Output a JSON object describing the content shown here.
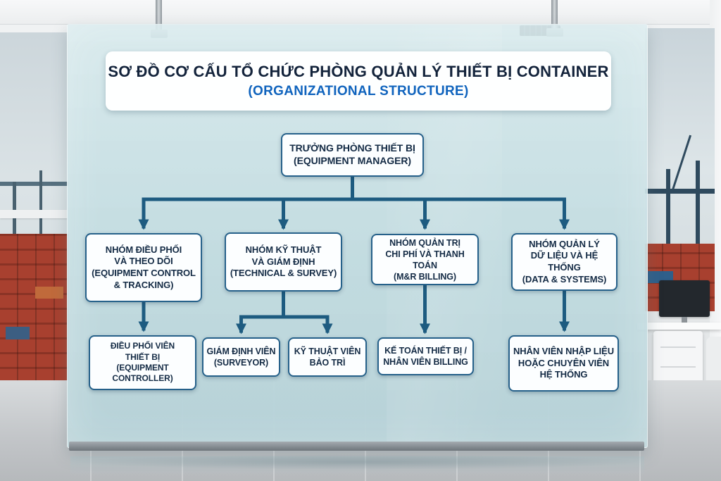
{
  "palette": {
    "navy_text": "#13233b",
    "subtitle_blue": "#0f63bd",
    "connector_line": "#1d5b80",
    "box_border": "#26618a",
    "glass_tint": "#bfdadf"
  },
  "title_card": {
    "title": "SƠ ĐỒ CƠ CẤU TỔ CHỨC PHÒNG QUẢN LÝ THIẾT BỊ CONTAINER",
    "subtitle": "(ORGANIZATIONAL STRUCTURE)"
  },
  "org_chart": {
    "root": {
      "text": "TRƯỞNG PHÒNG THIẾT BỊ\n(EQUIPMENT MANAGER)"
    },
    "groups": [
      {
        "text": "NHÓM ĐIỀU PHỐI\nVÀ THEO DÕI\n(EQUIPMENT CONTROL\n& TRACKING)"
      },
      {
        "text": "NHÓM KỸ THUẬT\nVÀ GIÁM ĐỊNH\n(TECHNICAL & SURVEY)"
      },
      {
        "text": "NHÓM QUẢN TRỊ\nCHI PHÍ VÀ THANH TOÁN\n(M&R BILLING)"
      },
      {
        "text": "NHÓM QUẢN LÝ\nDỮ LIỆU VÀ HỆ THỐNG\n(DATA & SYSTEMS)"
      }
    ],
    "staff": [
      {
        "text": "ĐIỀU PHỐI VIÊN\nTHIẾT BỊ\n(EQUIPMENT CONTROLLER)"
      },
      {
        "text": "GIÁM ĐỊNH VIÊN\n(SURVEYOR)"
      },
      {
        "text": "KỸ THUẬT VIÊN\nBẢO TRÌ"
      },
      {
        "text": "KẾ TOÁN THIẾT BỊ /\nNHÂN VIÊN BILLING"
      },
      {
        "text": "NHÂN VIÊN NHẬP LIỆU\nHOẶC CHUYÊN VIÊN\nHỆ THỐNG"
      }
    ]
  }
}
